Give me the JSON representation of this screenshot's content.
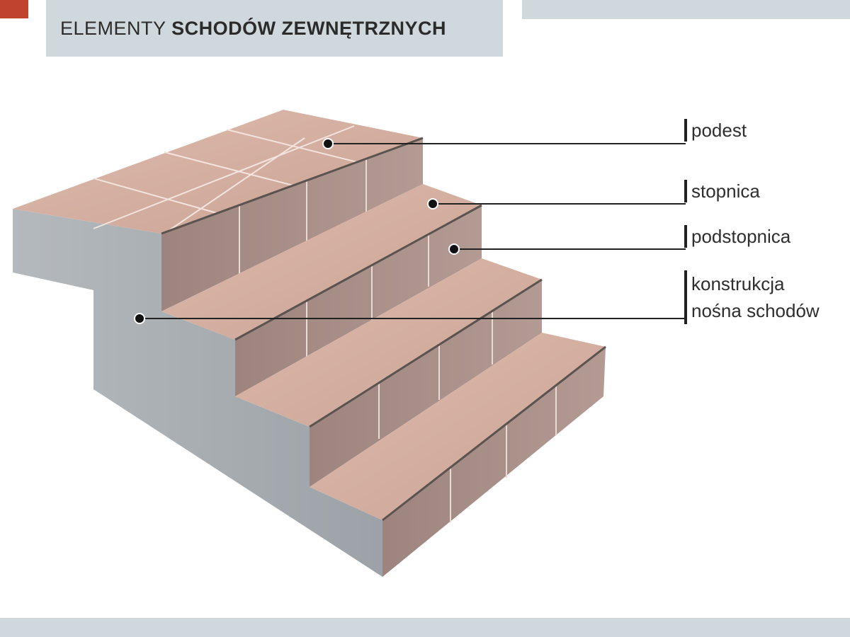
{
  "header": {
    "title_light": "ELEMENTY",
    "title_bold": "SCHODÓW ZEWNĘTRZNYCH"
  },
  "labels": {
    "podest": "podest",
    "stopnica": "stopnica",
    "podstopnica": "podstopnica",
    "konstrukcja_line1": "konstrukcja",
    "konstrukcja_line2": "nośna schodów"
  },
  "colors": {
    "accent_red": "#c0432e",
    "banner": "#cfd8dd",
    "tile_top": "#d8b2a5",
    "riser": "#a88e88",
    "structure": "#aab0b5",
    "text": "#2e2e2e"
  }
}
